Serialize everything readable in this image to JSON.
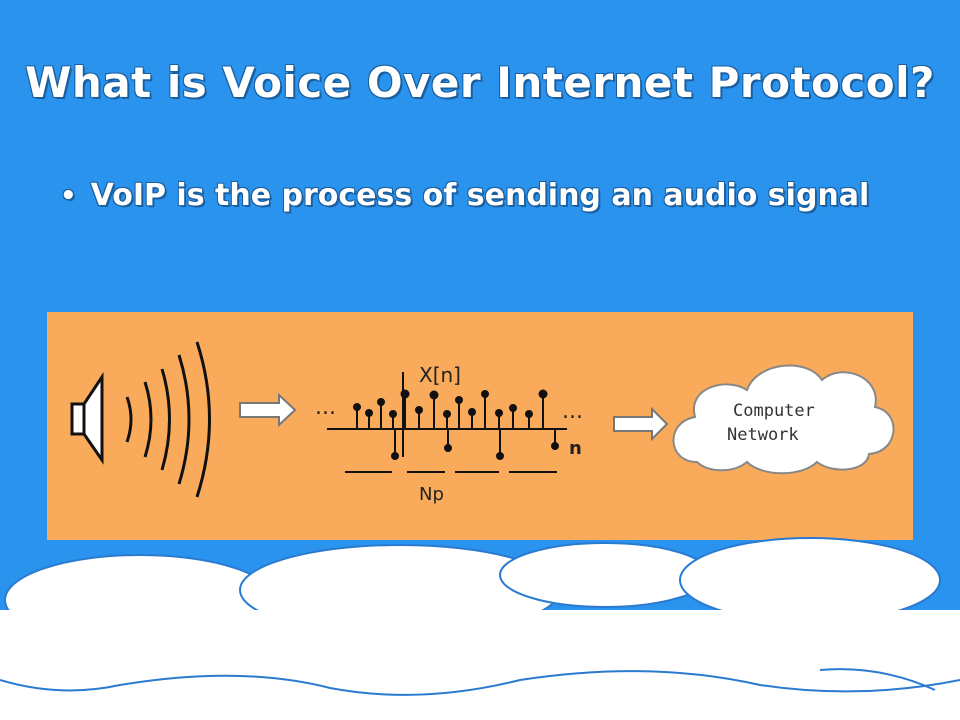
{
  "slide": {
    "title": "What is Voice Over Internet Protocol?",
    "bullets": [
      {
        "text": "VoIP is the process of sending an audio signal"
      }
    ]
  },
  "figure": {
    "signal_label": "X[n]",
    "axis_label": "n",
    "period_label": "Np",
    "network_label_line1": "Computer",
    "network_label_line2": "Network",
    "signal_dots_left": "...",
    "signal_dots_right": "..."
  },
  "colors": {
    "background": "#2a93ee",
    "figure_background": "#f9ab5b",
    "text": "#ffffff"
  }
}
